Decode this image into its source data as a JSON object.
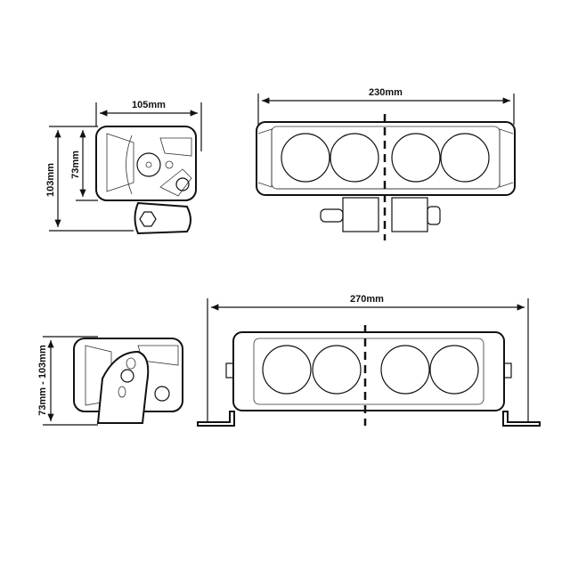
{
  "dimensions": {
    "top_side_width": "105mm",
    "top_front_width": "230mm",
    "top_side_height_total": "103mm",
    "top_side_height_body": "73mm",
    "bottom_front_width": "270mm",
    "bottom_side_height": "73mm - 103mm"
  },
  "colors": {
    "line": "#111111",
    "background": "#ffffff"
  }
}
